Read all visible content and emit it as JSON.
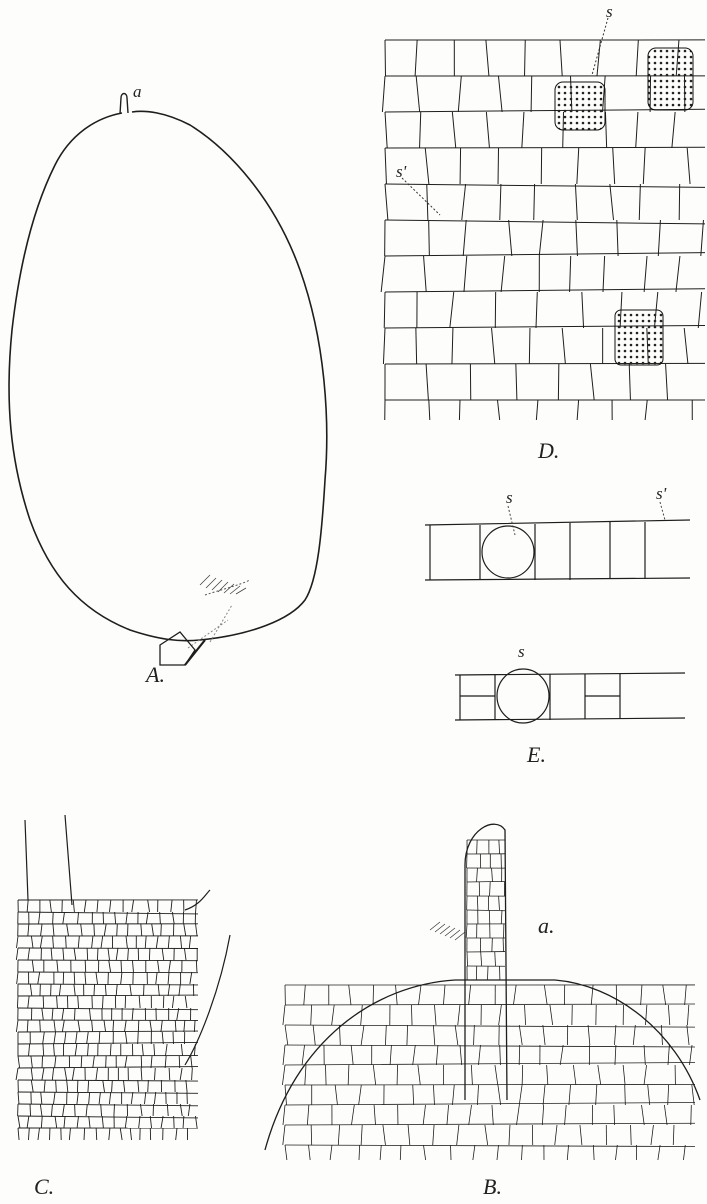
{
  "plate": {
    "panel_a": {
      "caption": "A.",
      "marker": "a"
    },
    "panel_b": {
      "caption": "B.",
      "marker": "a."
    },
    "panel_c": {
      "caption": "C."
    },
    "panel_d": {
      "caption": "D.",
      "marker_s": "s",
      "marker_s1": "s'"
    },
    "panel_e": {
      "caption": "E.",
      "top_marker_s": "s",
      "top_marker_s1": "s'",
      "bottom_marker_s": "s"
    }
  },
  "colors": {
    "ink": "#1e1e1e",
    "paper": "#fdfdfb"
  }
}
